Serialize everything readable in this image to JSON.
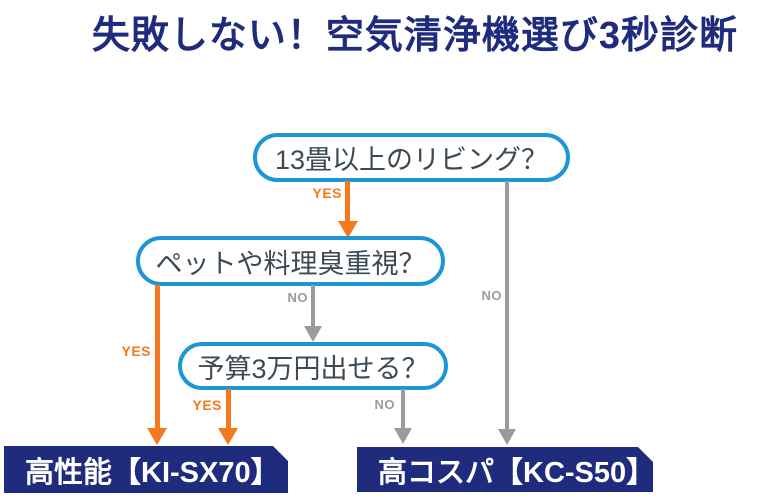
{
  "title": "失敗しない！空気清浄機選び3秒診断",
  "colors": {
    "navy": "#1f2b7d",
    "blue": "#1d96d6",
    "orange": "#f57a1f",
    "gray": "#9b9b9b",
    "node-text": "#3b4a54",
    "bg": "#ffffff"
  },
  "nodes": {
    "q1": {
      "label": "13畳以上のリビング？"
    },
    "q2": {
      "label": "ペットや料理臭重視？"
    },
    "q3": {
      "label": "予算3万円出せる？"
    }
  },
  "edges": {
    "yes_label": "YES",
    "no_label": "NO"
  },
  "results": {
    "high_performance": {
      "label": "高性能【KI-SX70】"
    },
    "cost_effective": {
      "label": "高コスパ【KC-S50】"
    }
  }
}
